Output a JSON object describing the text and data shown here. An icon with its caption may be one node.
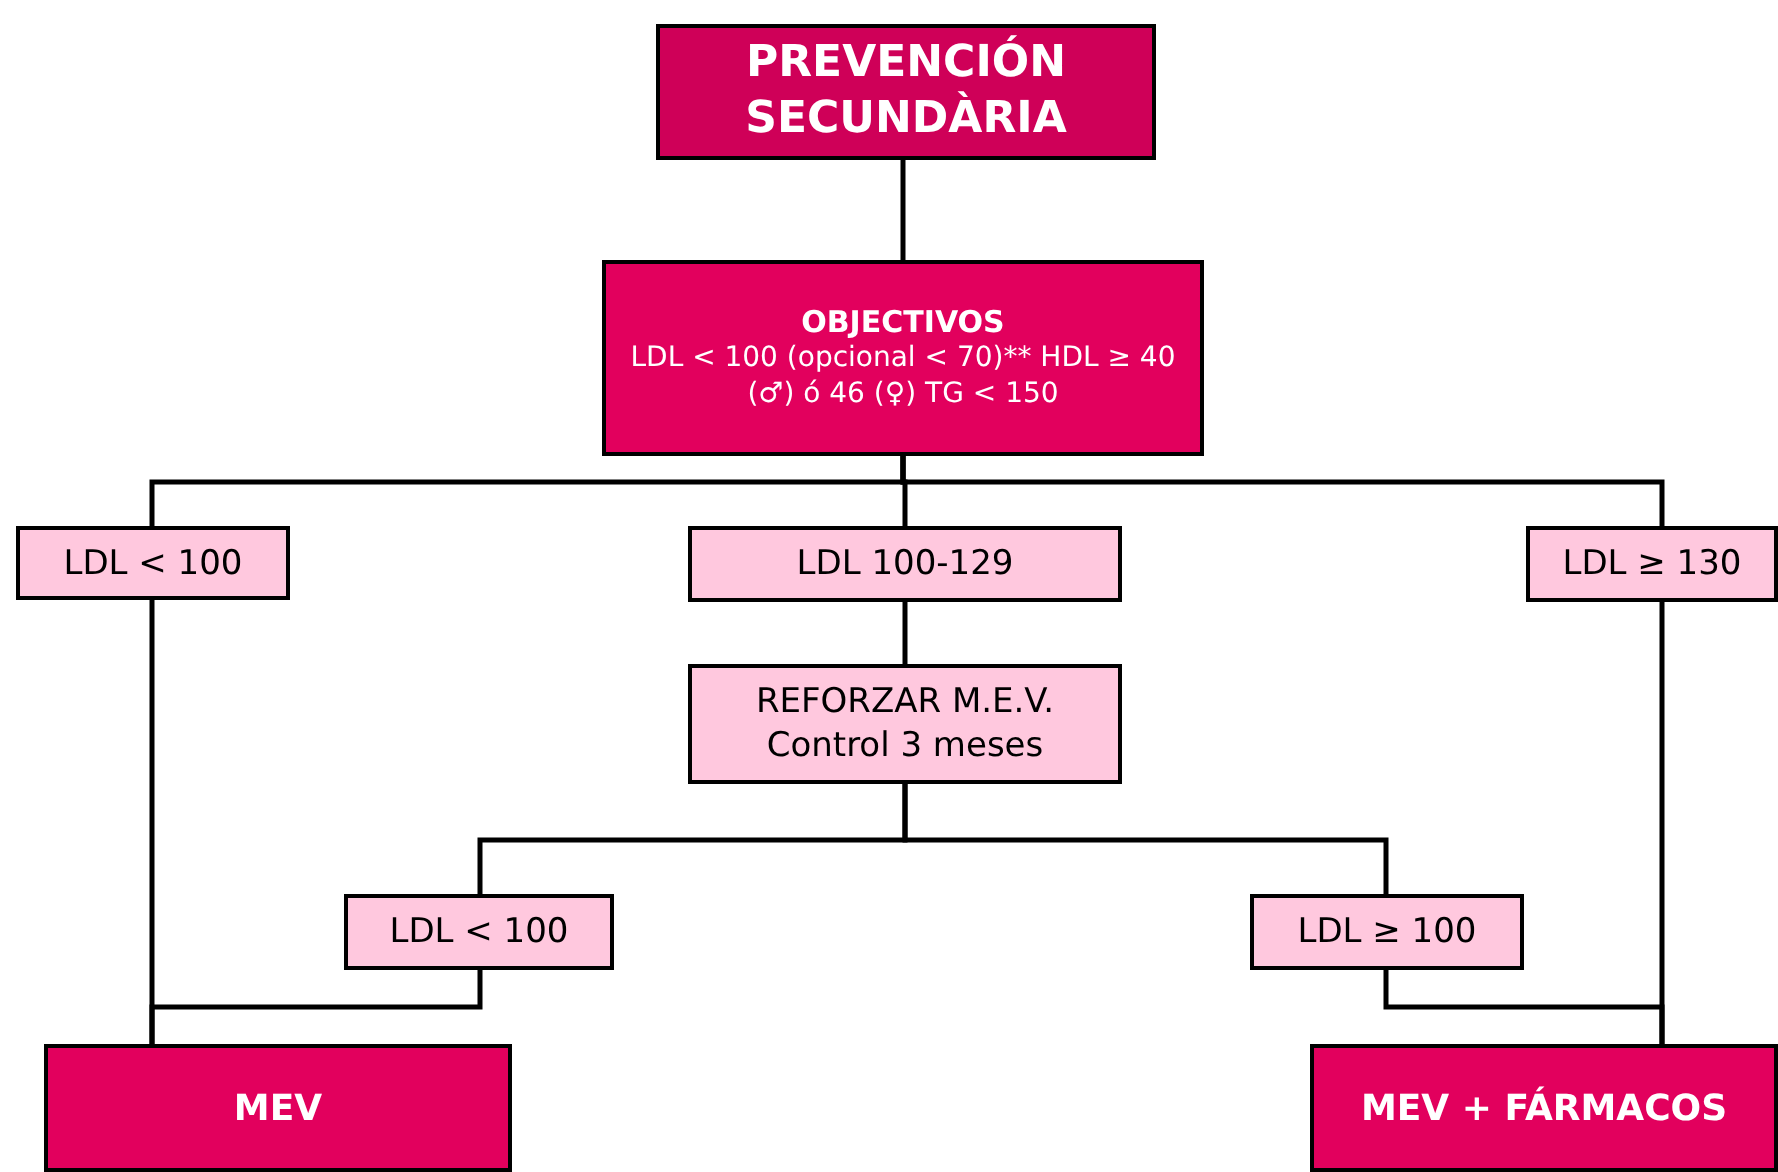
{
  "diagram": {
    "nodes": [
      {
        "text": [
          "PREVENCIÓN SECUNDÀRIA"
        ]
      },
      {
        "text": [
          "OBJECTIVOS",
          "LDL < 100 (opcional < 70)** HDL ≥ 40 (♂) ó 46 (♀) TG < 150"
        ]
      },
      {
        "text": [
          "LDL < 100"
        ]
      },
      {
        "text": [
          "LDL 100-129"
        ]
      },
      {
        "text": [
          "LDL ≥ 130"
        ]
      },
      {
        "text": [
          "REFORZAR M.E.V. Control 3 meses"
        ]
      },
      {
        "text": [
          "LDL < 100"
        ]
      },
      {
        "text": [
          "LDL ≥ 100"
        ]
      },
      {
        "text": [
          "MEV"
        ]
      },
      {
        "text": [
          "MEV + FÁRMACOS"
        ]
      }
    ],
    "edges": [
      {
        "from": 0,
        "to": 1,
        "arrow": "none"
      },
      {
        "from": 1,
        "to": 2,
        "arrow": "none"
      },
      {
        "from": 1,
        "to": 3,
        "arrow": "none"
      },
      {
        "from": 1,
        "to": 4,
        "arrow": "none"
      },
      {
        "from": 3,
        "to": 5,
        "arrow": "none"
      },
      {
        "from": 5,
        "to": 6,
        "arrow": "none"
      },
      {
        "from": 5,
        "to": 7,
        "arrow": "none"
      },
      {
        "from": 2,
        "to": 8,
        "arrow": "none"
      },
      {
        "from": 6,
        "to": 8,
        "arrow": "none"
      },
      {
        "from": 4,
        "to": 9,
        "arrow": "none"
      },
      {
        "from": 7,
        "to": 9,
        "arrow": "none"
      }
    ]
  }
}
